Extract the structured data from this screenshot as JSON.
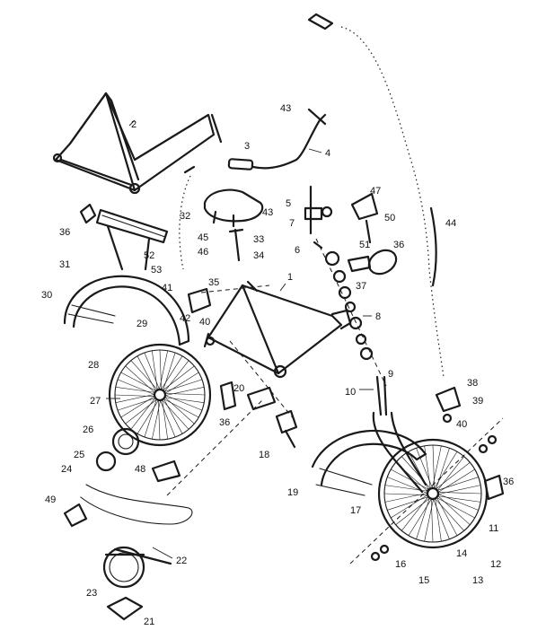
{
  "diagram": {
    "callouts": [
      {
        "id": "c1",
        "label": "1"
      },
      {
        "id": "c2",
        "label": "2"
      },
      {
        "id": "c3",
        "label": "3"
      },
      {
        "id": "c4",
        "label": "4"
      },
      {
        "id": "c5",
        "label": "5"
      },
      {
        "id": "c6",
        "label": "6"
      },
      {
        "id": "c7",
        "label": "7"
      },
      {
        "id": "c8",
        "label": "8"
      },
      {
        "id": "c9",
        "label": "9"
      },
      {
        "id": "c10",
        "label": "10"
      },
      {
        "id": "c11",
        "label": "11"
      },
      {
        "id": "c12",
        "label": "12"
      },
      {
        "id": "c13",
        "label": "13"
      },
      {
        "id": "c14",
        "label": "14"
      },
      {
        "id": "c15",
        "label": "15"
      },
      {
        "id": "c16",
        "label": "16"
      },
      {
        "id": "c17",
        "label": "17"
      },
      {
        "id": "c18",
        "label": "18"
      },
      {
        "id": "c19",
        "label": "19"
      },
      {
        "id": "c20",
        "label": "20"
      },
      {
        "id": "c21",
        "label": "21"
      },
      {
        "id": "c22",
        "label": "22"
      },
      {
        "id": "c23",
        "label": "23"
      },
      {
        "id": "c24",
        "label": "24"
      },
      {
        "id": "c25",
        "label": "25"
      },
      {
        "id": "c26",
        "label": "26"
      },
      {
        "id": "c27",
        "label": "27"
      },
      {
        "id": "c28",
        "label": "28"
      },
      {
        "id": "c29",
        "label": "29"
      },
      {
        "id": "c30",
        "label": "30"
      },
      {
        "id": "c31",
        "label": "31"
      },
      {
        "id": "c32",
        "label": "32"
      },
      {
        "id": "c33",
        "label": "33"
      },
      {
        "id": "c34",
        "label": "34"
      },
      {
        "id": "c35",
        "label": "35"
      },
      {
        "id": "c36a",
        "label": "36"
      },
      {
        "id": "c36b",
        "label": "36"
      },
      {
        "id": "c36c",
        "label": "36"
      },
      {
        "id": "c36d",
        "label": "36"
      },
      {
        "id": "c37",
        "label": "37"
      },
      {
        "id": "c38",
        "label": "38"
      },
      {
        "id": "c39",
        "label": "39"
      },
      {
        "id": "c40a",
        "label": "40"
      },
      {
        "id": "c40b",
        "label": "40"
      },
      {
        "id": "c41",
        "label": "41"
      },
      {
        "id": "c42",
        "label": "42"
      },
      {
        "id": "c43a",
        "label": "43"
      },
      {
        "id": "c43b",
        "label": "43"
      },
      {
        "id": "c44",
        "label": "44"
      },
      {
        "id": "c45",
        "label": "45"
      },
      {
        "id": "c46",
        "label": "46"
      },
      {
        "id": "c47",
        "label": "47"
      },
      {
        "id": "c48",
        "label": "48"
      },
      {
        "id": "c49",
        "label": "49"
      },
      {
        "id": "c50",
        "label": "50"
      },
      {
        "id": "c51",
        "label": "51"
      },
      {
        "id": "c52",
        "label": "52"
      },
      {
        "id": "c53",
        "label": "53"
      }
    ]
  }
}
